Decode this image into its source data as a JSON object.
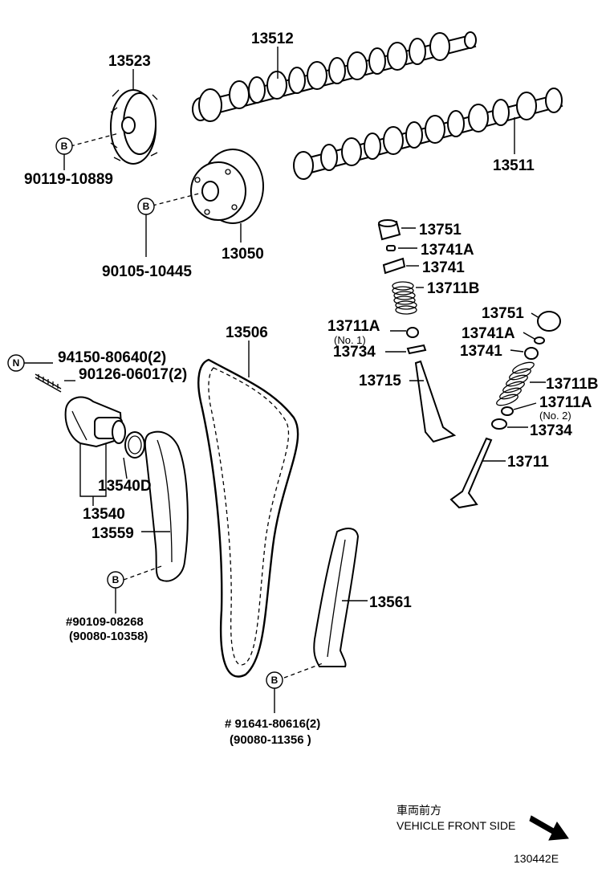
{
  "parts": {
    "camshaft_exhaust": "13512",
    "camshaft_intake": "13511",
    "timing_gear": "13523",
    "bolt_gear": "90119-10889",
    "vvt_gear": "13050",
    "bolt_vvt": "90105-10445",
    "chain": "13506",
    "tensioner_assy": "13540",
    "tensioner_gasket": "13540D",
    "chain_slipper": "13559",
    "nut": "94150-80640(2)",
    "stud": "90126-06017(2)",
    "bolt_slipper_a": "#90109-08268",
    "bolt_slipper_b": "(90080-10358)",
    "chain_damper": "13561",
    "bolt_damper_a": "# 91641-80616(2)",
    "bolt_damper_b": "(90080-11356 )",
    "lifter_1": "13751",
    "keeper_1": "13741A",
    "retainer_1": "13741",
    "spring_1": "13711B",
    "seat_1": "13711A",
    "seat_1_note": "(No. 1)",
    "stem_seal_1": "13734",
    "exhaust_valve": "13715",
    "lifter_2": "13751",
    "keeper_2": "13741A",
    "retainer_2": "13741",
    "spring_2": "13711B",
    "seat_2": "13711A",
    "seat_2_note": "(No. 2)",
    "stem_seal_2": "13734",
    "intake_valve": "13711"
  },
  "badges": {
    "b": "B",
    "n": "N"
  },
  "footer": {
    "front_jp": "車両前方",
    "front_en": "VEHICLE FRONT SIDE",
    "figure_code": "130442E"
  }
}
